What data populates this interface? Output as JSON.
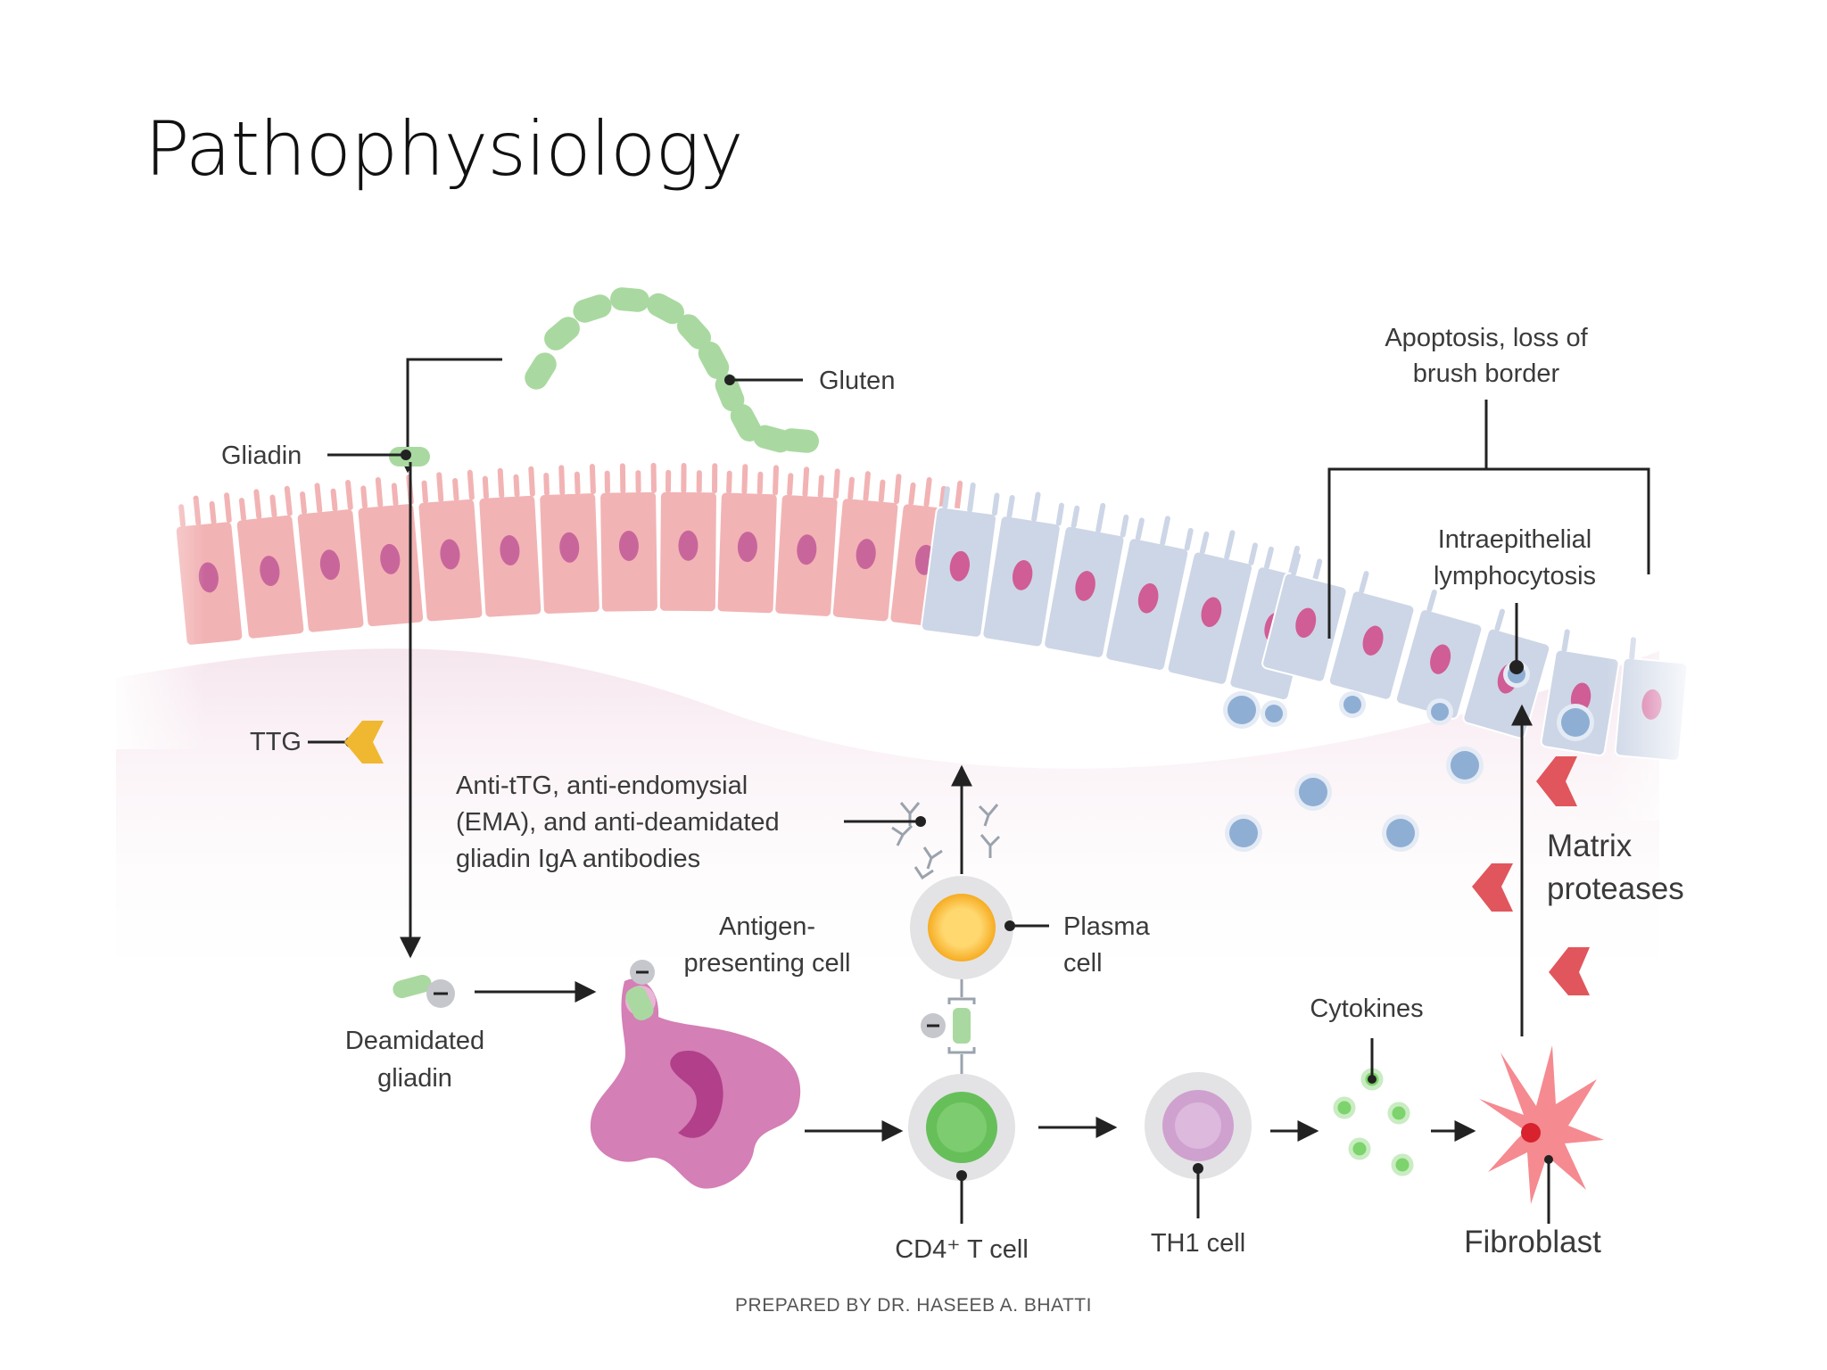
{
  "slide": {
    "title": "Pathophysiology",
    "footer": "PREPARED BY DR. HASEEB A. BHATTI"
  },
  "diagram": {
    "labels": {
      "gluten": "Gluten",
      "gliadin": "Gliadin",
      "ttg": "TTG",
      "antibodies": [
        "Anti-tTG, anti-endomysial",
        "(EMA), and anti-deamidated",
        "gliadin IgA antibodies"
      ],
      "antigen_presenting_cell": [
        "Antigen-",
        "presenting cell"
      ],
      "plasma_cell": [
        "Plasma",
        "cell"
      ],
      "deamidated_gliadin": [
        "Deamidated",
        "gliadin"
      ],
      "cd4_t_cell": "CD4⁺ T cell",
      "th1_cell": "TH1 cell",
      "cytokines": "Cytokines",
      "fibroblast": "Fibroblast",
      "matrix_proteases": [
        "Matrix",
        "proteases"
      ],
      "apoptosis": [
        "Apoptosis, loss of",
        "brush border"
      ],
      "intraepithelial": [
        "Intraepithelial",
        "lymphocytosis"
      ]
    },
    "colors": {
      "epithelium_healthy": "#f2b3b4",
      "epithelium_damaged": "#cdd6e6",
      "nucleus": "#c8669c",
      "gluten": "#a9d9a0",
      "ttg": "#f0b730",
      "protease": "#e0565c",
      "apc": "#d47fb5",
      "plasma_core": "#f7b82c",
      "cd4_core": "#67bf5a",
      "th1_core": "#cfa1cf",
      "fibroblast": "#f04a55",
      "lymphocyte": "#8faed4"
    }
  }
}
